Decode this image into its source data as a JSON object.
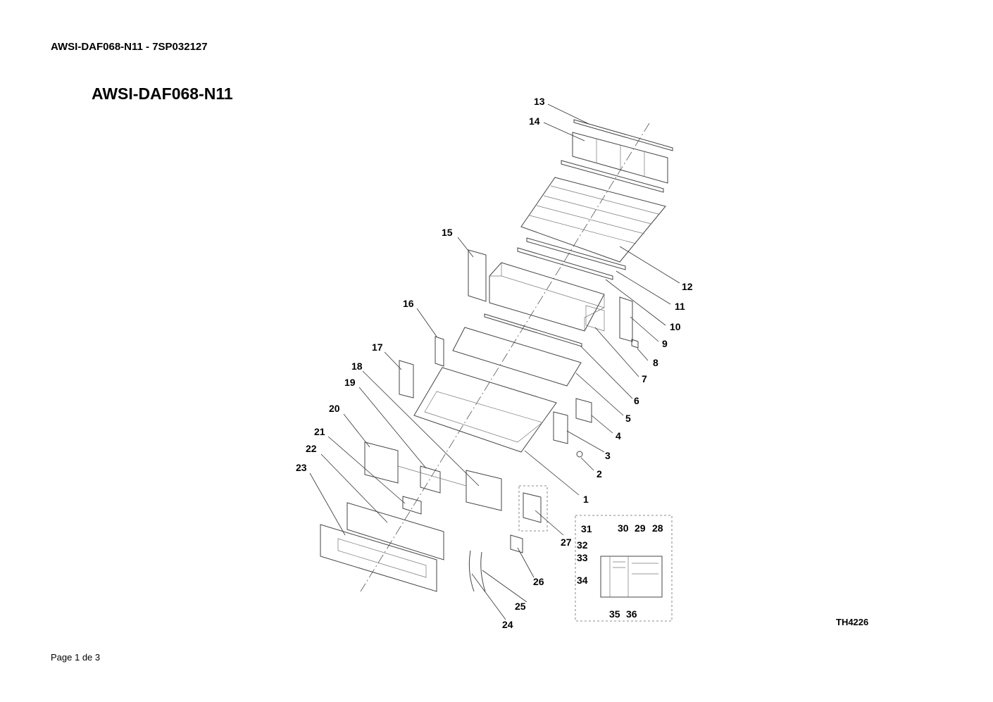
{
  "header": {
    "doc_title": "AWSI-DAF068-N11 - 7SP032127"
  },
  "title": "AWSI-DAF068-N11",
  "drawing_ref": "TH4226",
  "footer": {
    "page": "Page 1 de 3"
  },
  "callouts": [
    "1",
    "2",
    "3",
    "4",
    "5",
    "6",
    "7",
    "8",
    "9",
    "10",
    "11",
    "12",
    "13",
    "14",
    "15",
    "16",
    "17",
    "18",
    "19",
    "20",
    "21",
    "22",
    "23",
    "24",
    "25",
    "26",
    "27",
    "28",
    "29",
    "30",
    "31",
    "32",
    "33",
    "34",
    "35",
    "36"
  ]
}
